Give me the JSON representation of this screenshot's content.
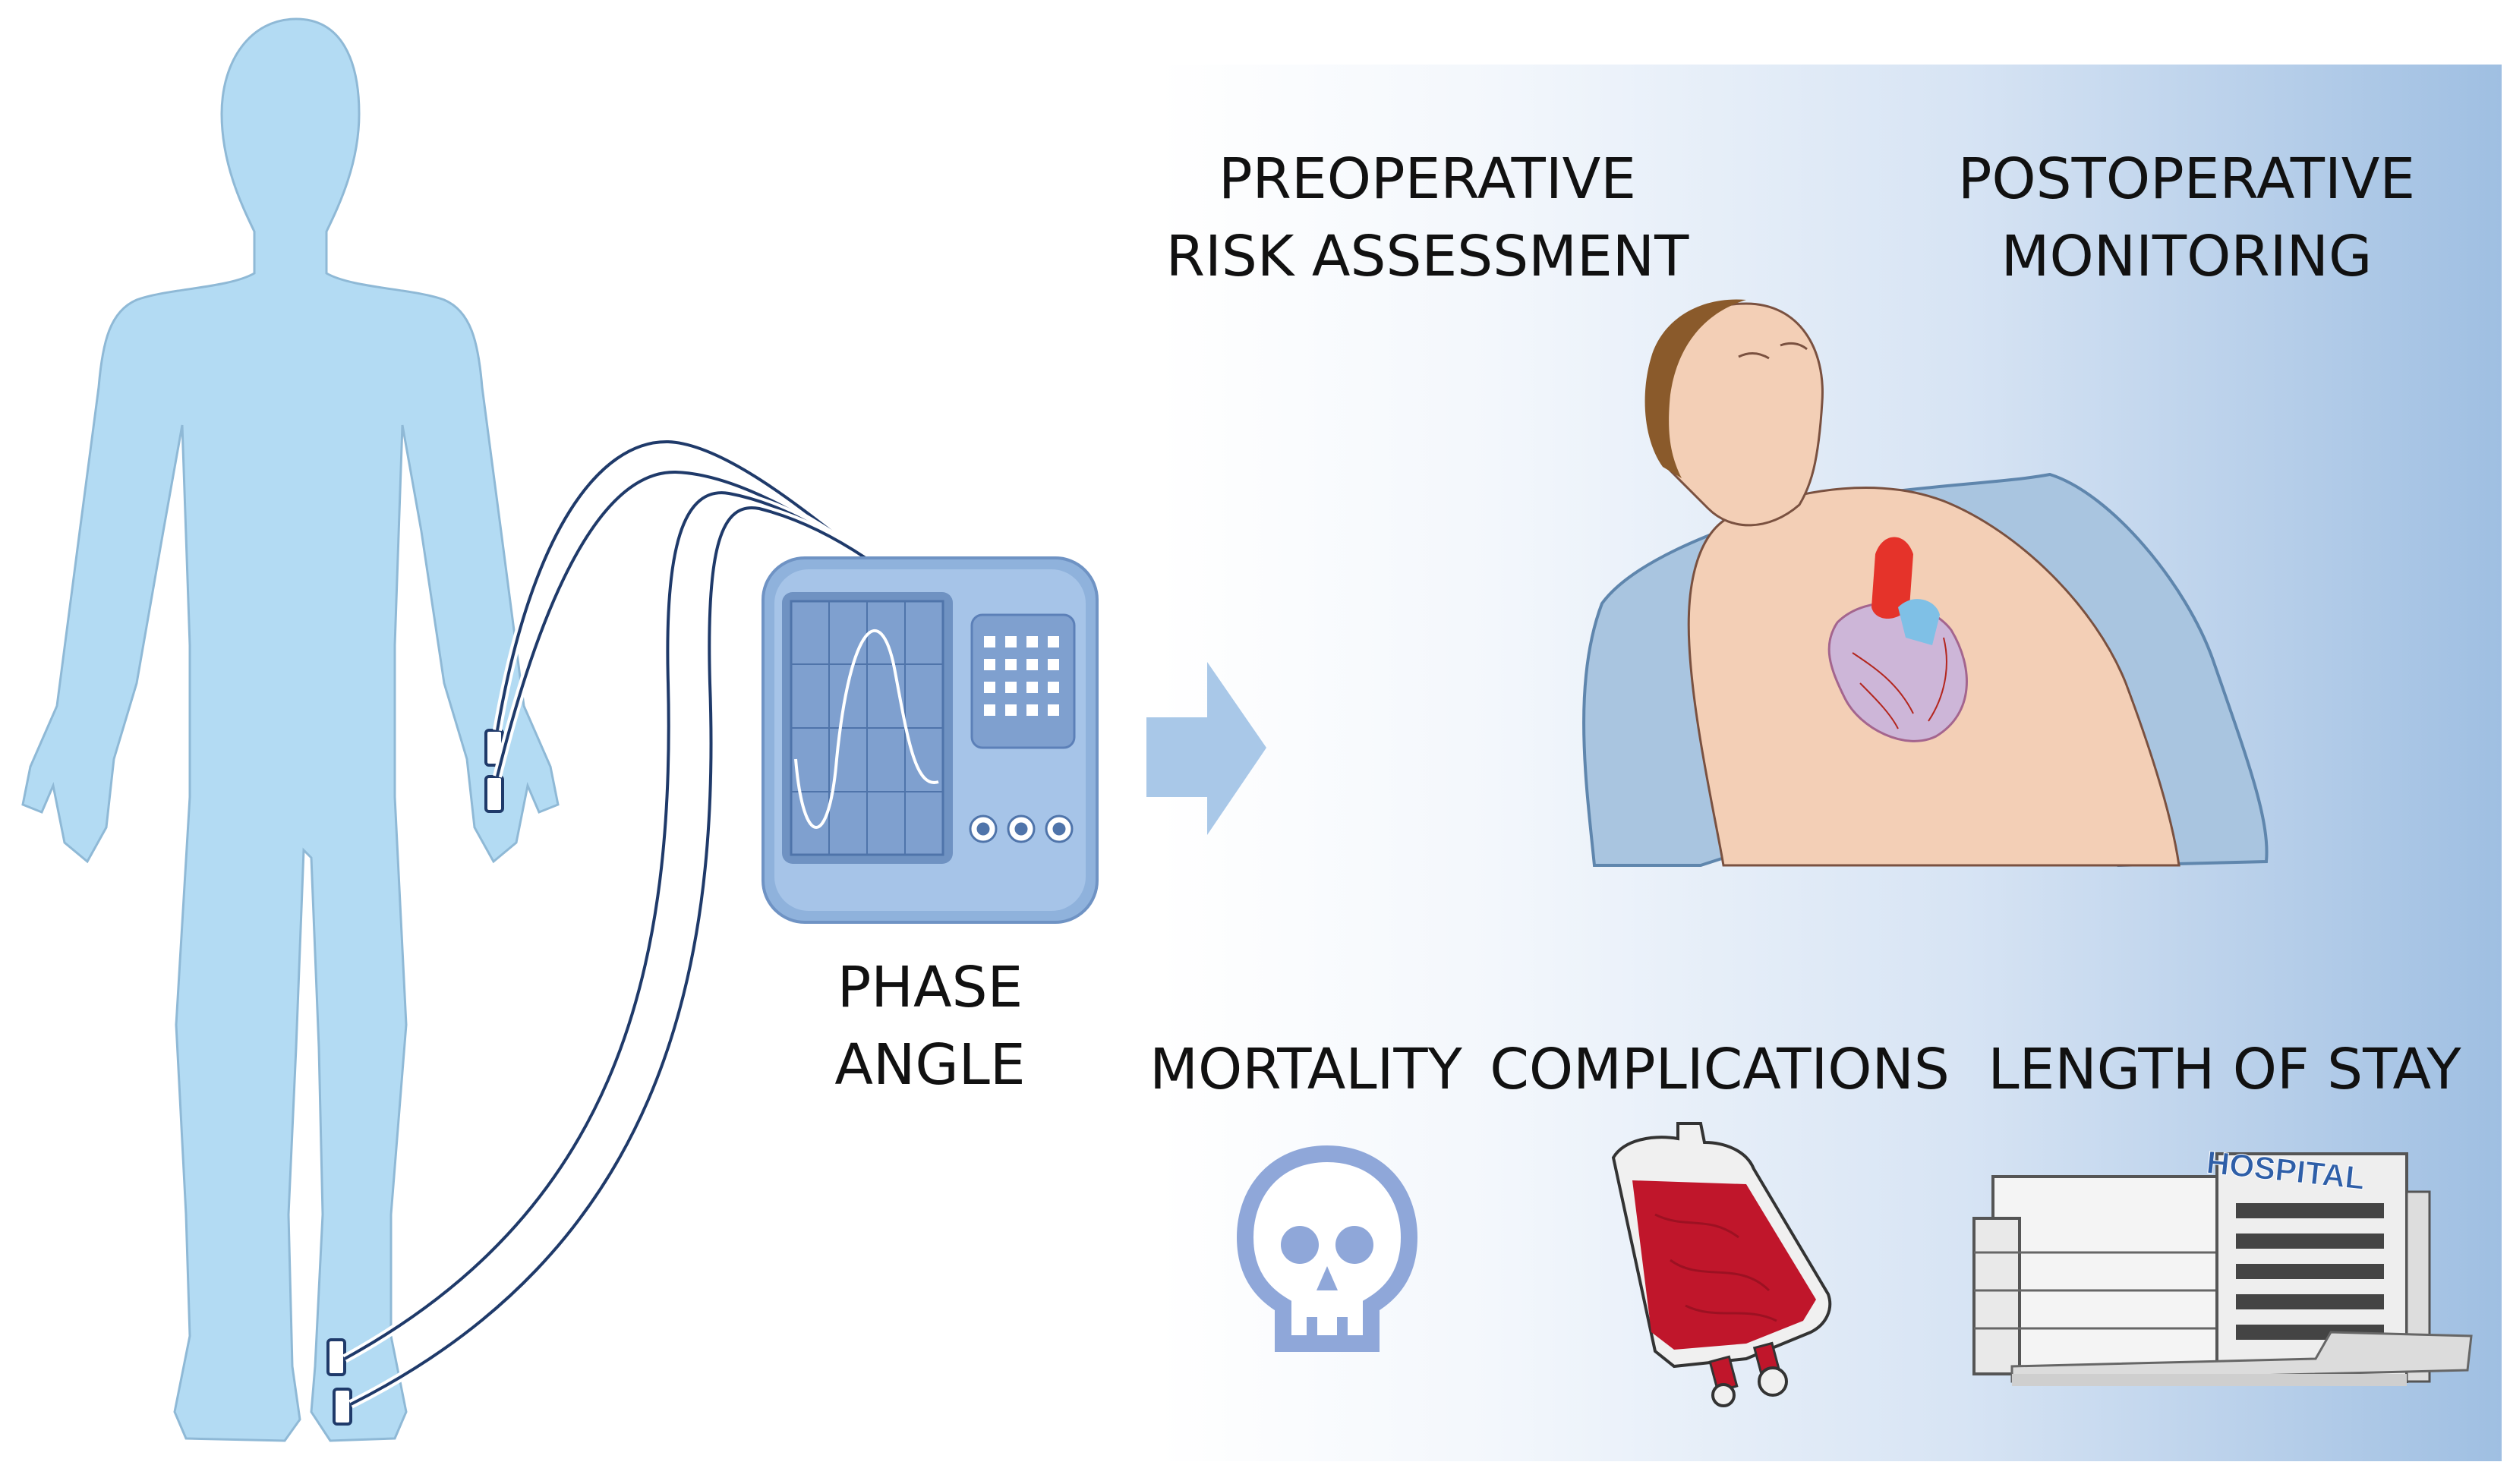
{
  "labels": {
    "phase_angle_line1": "PHASE",
    "phase_angle_line2": "ANGLE",
    "preoperative_line1": "PREOPERATIVE",
    "preoperative_line2": "RISK ASSESSMENT",
    "postoperative_line1": "POSTOPERATIVE",
    "postoperative_line2": "MONITORING",
    "mortality": "MORTALITY",
    "complications": "COMPLICATIONS",
    "length_of_stay": "LENGTH OF STAY",
    "hospital_sign": "HOSPITAL"
  },
  "colors": {
    "body_fill": "#b3dbf3",
    "body_outline": "#8fb9d6",
    "device_blue": "#8fb2dc",
    "arrow_blue": "#a9c8e8",
    "skull_blue": "#8fa7d9",
    "blood_red": "#c0162b",
    "panel_gradient_end": "#9fbfe2"
  },
  "icons": [
    "human-silhouette",
    "bia-device",
    "arrow-right",
    "patient-heart-illustration",
    "skull-icon",
    "blood-bag-icon",
    "hospital-icon"
  ]
}
